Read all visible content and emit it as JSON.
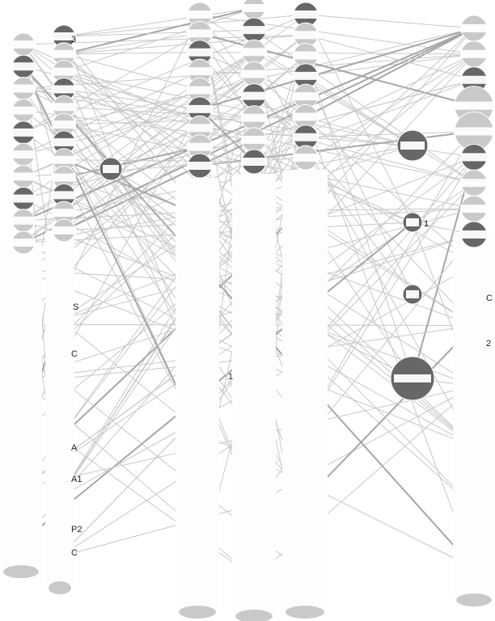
{
  "colors": {
    "background": "#ffffff",
    "edge": "#c8c8c8",
    "edge_strong": "#a6a6a6",
    "node_dark": "#676767",
    "node_light": "#c9c9c9",
    "mask": "#fdfdfd",
    "text": "#222222"
  },
  "visible_labels": [
    "3",
    "S",
    "C",
    "A",
    "A1",
    "P2",
    "C",
    "1",
    "1",
    "C",
    "2"
  ],
  "columns": {
    "col1": {
      "nodes": 10
    },
    "col2": {
      "nodes": 12
    },
    "col3": {
      "nodes": 9
    },
    "col4": {
      "nodes": 8
    },
    "col5": {
      "nodes": 8
    },
    "col6": {
      "nodes": 4,
      "sizes": [
        "medium",
        "small",
        "small",
        "large"
      ]
    },
    "col7": {
      "nodes": 9
    }
  },
  "node_kinds": [
    "dark",
    "light"
  ],
  "edge_count": 260
}
